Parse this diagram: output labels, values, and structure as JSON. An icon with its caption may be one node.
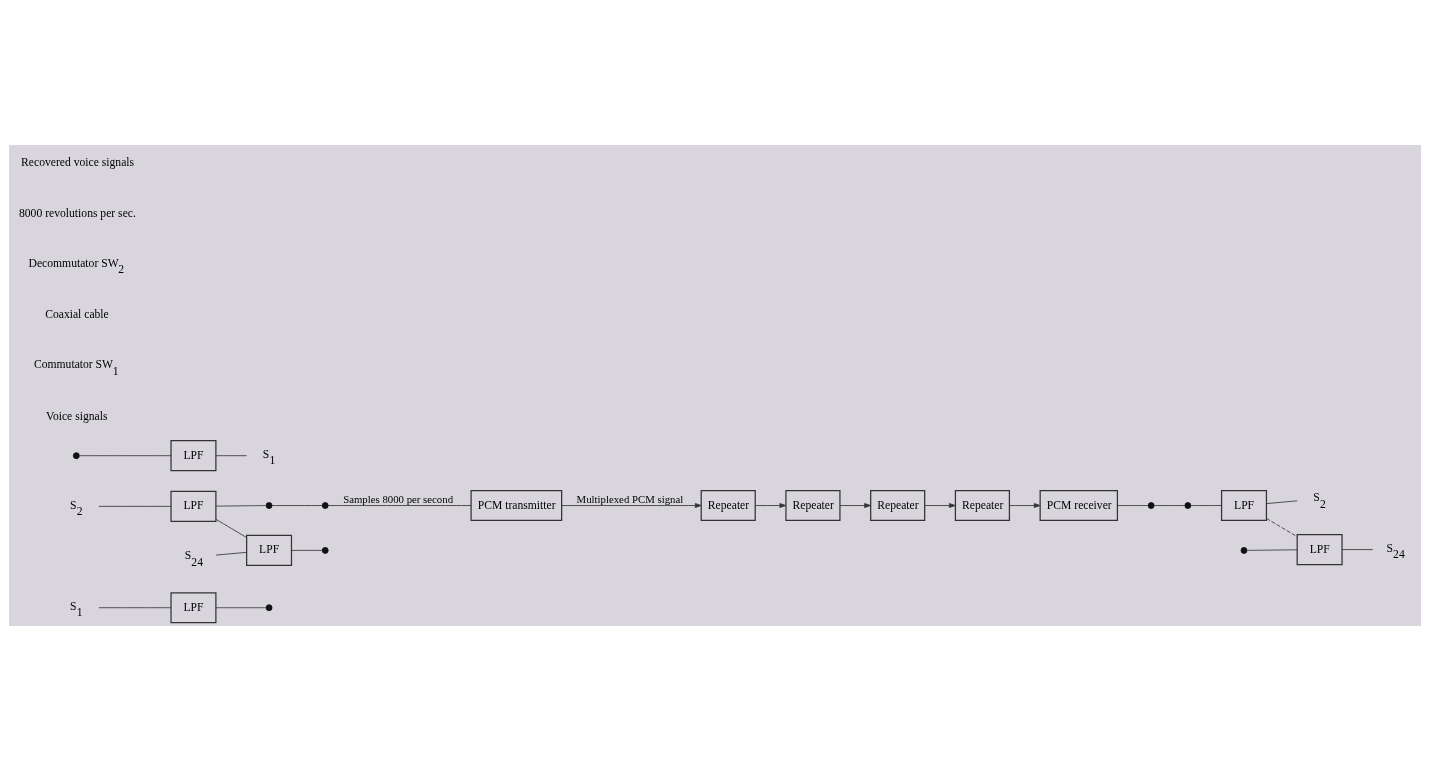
{
  "diagram": {
    "nodes": [
      {
        "text": [
          "S$_{1}$"
        ]
      },
      {
        "text": [
          "LPF"
        ]
      },
      {
        "text": [
          "S$_{2}$"
        ]
      },
      {
        "text": [
          "LPF"
        ]
      },
      {
        "text": [
          "S$_{24}$"
        ]
      },
      {
        "text": [
          "LPF"
        ]
      },
      {
        "text": [],
        "shape": "circle"
      },
      {
        "text": [],
        "shape": "circle"
      },
      {
        "text": [],
        "shape": "circle"
      },
      {
        "text": [],
        "shape": "circle"
      },
      {
        "text": [
          "PCM transmitter"
        ]
      },
      {
        "text": [
          "Repeater"
        ]
      },
      {
        "text": [
          "Repeater"
        ]
      },
      {
        "text": [
          "Repeater"
        ]
      },
      {
        "text": [
          "Repeater"
        ]
      },
      {
        "text": [
          "PCM receiver"
        ]
      },
      {
        "text": [],
        "shape": "circle"
      },
      {
        "text": [],
        "shape": "circle"
      },
      {
        "text": [],
        "shape": "circle"
      },
      {
        "text": [],
        "shape": "circle"
      },
      {
        "text": [
          "LPF"
        ]
      },
      {
        "text": [
          "S$_{1}$"
        ]
      },
      {
        "text": [
          "LPF"
        ]
      },
      {
        "text": [
          "S$_{2}$"
        ]
      },
      {
        "text": [
          "LPF"
        ]
      },
      {
        "text": [
          "S$_{24}$"
        ]
      }
    ],
    "edges": [
      {
        "from": 0,
        "to": 1,
        "arrow": "none"
      },
      {
        "from": 2,
        "to": 3,
        "arrow": "none"
      },
      {
        "from": 4,
        "to": 5,
        "arrow": "none"
      },
      {
        "from": 3,
        "to": 5,
        "arrow": "none"
      },
      {
        "from": 1,
        "to": 6,
        "arrow": "none"
      },
      {
        "from": 3,
        "to": 7,
        "arrow": "none"
      },
      {
        "from": 5,
        "to": 8,
        "arrow": "none"
      },
      {
        "from": 7,
        "to": 9,
        "arrow": "none"
      },
      {
        "from": 9,
        "to": 10,
        "arrow": "none",
        "label": "Samples 8000 per second"
      },
      {
        "from": 10,
        "to": 11,
        "arrow": "to",
        "label": "Multiplexed PCM signal"
      },
      {
        "from": 11,
        "to": 12,
        "arrow": "to"
      },
      {
        "from": 12,
        "to": 13,
        "arrow": "to"
      },
      {
        "from": 13,
        "to": 14,
        "arrow": "to"
      },
      {
        "from": 14,
        "to": 15,
        "arrow": "to"
      },
      {
        "from": 15,
        "to": 16,
        "arrow": "none"
      },
      {
        "from": 16,
        "to": 18,
        "arrow": "none"
      },
      {
        "from": 17,
        "to": 20,
        "arrow": "none"
      },
      {
        "from": 18,
        "to": 22,
        "arrow": "none"
      },
      {
        "from": 19,
        "to": 24,
        "arrow": "none"
      },
      {
        "from": 20,
        "to": 21,
        "arrow": "none"
      },
      {
        "from": 22,
        "to": 23,
        "arrow": "none"
      },
      {
        "from": 24,
        "to": 25,
        "arrow": "none"
      },
      {
        "from": 22,
        "to": 24,
        "arrow": "none",
        "style": "dashed"
      }
    ],
    "labels": [
      "Voice signals",
      "Commutator SW$_{1}$",
      "Coaxial cable",
      "Decommutator SW$_{2}$",
      "8000 revolutions per sec.",
      "Recovered voice signals"
    ]
  }
}
